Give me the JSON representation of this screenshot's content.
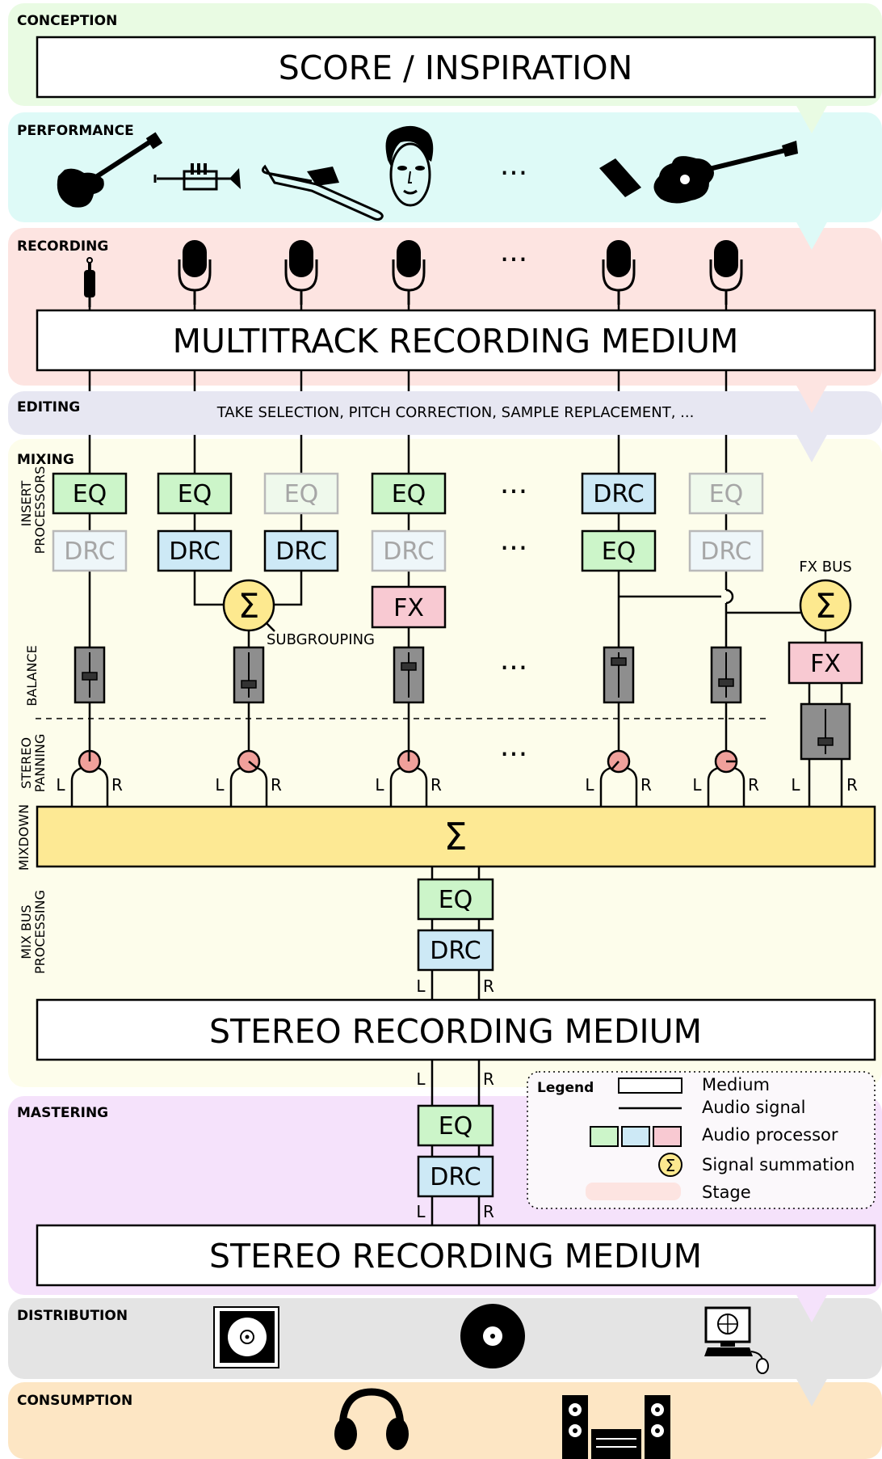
{
  "stages": {
    "conception": "CONCEPTION",
    "performance": "PERFORMANCE",
    "recording": "RECORDING",
    "editing": "EDITING",
    "mixing": "MIXING",
    "mastering": "MASTERING",
    "distribution": "DISTRIBUTION",
    "consumption": "CONSUMPTION"
  },
  "boxes": {
    "score": "SCORE / INSPIRATION",
    "multitrack": "MULTITRACK RECORDING MEDIUM",
    "stereo_mix": "STEREO RECORDING MEDIUM",
    "stereo_master": "STEREO RECORDING MEDIUM"
  },
  "editing_text": "TAKE SELECTION, PITCH CORRECTION, SAMPLE REPLACEMENT, ...",
  "mixing_labels": {
    "insert_1": "INSERT",
    "insert_2": "PROCESSORS",
    "balance": "BALANCE",
    "stereo": "STEREO",
    "panning": "PANNING",
    "mixdown": "MIXDOWN",
    "mixbus_1": "MIX BUS",
    "mixbus_2": "PROCESSING",
    "subgrouping": "SUBGROUPING",
    "fx_bus": "FX BUS"
  },
  "processors": {
    "eq": "EQ",
    "drc": "DRC",
    "fx": "FX"
  },
  "symbols": {
    "sum": "Σ",
    "ellipsis": "···",
    "left": "L",
    "right": "R"
  },
  "legend": {
    "title": "Legend",
    "medium": "Medium",
    "audio_signal": "Audio signal",
    "audio_processor": "Audio processor",
    "signal_summation": "Signal summation",
    "stage": "Stage"
  },
  "colors": {
    "conception": "#e9fbe3",
    "performance": "#defaf7",
    "recording": "#fde4e1",
    "editing": "#e7e7f2",
    "mixing": "#fdfdeb",
    "mastering": "#f5e2fb",
    "distribution": "#e4e4e4",
    "consumption": "#fde6c4",
    "eq": "#ccf5c9",
    "drc": "#cde9f6",
    "fx": "#f8c9d2",
    "sum": "#fde98f",
    "mixdown": "#fde994",
    "fader": "#8e8e8e",
    "pan_knob": "#f0a09b"
  },
  "icons": {
    "performance": [
      "bass-guitar-icon",
      "trumpet-icon",
      "trombone-icon",
      "singer-face-icon",
      "cowbell-icon",
      "acoustic-guitar-icon"
    ],
    "recording": [
      "instrument-jack-icon",
      "microphone-icon"
    ],
    "distribution": [
      "cd-case-icon",
      "vinyl-record-icon",
      "computer-icon"
    ],
    "consumption": [
      "headphones-icon",
      "stereo-system-icon"
    ]
  }
}
